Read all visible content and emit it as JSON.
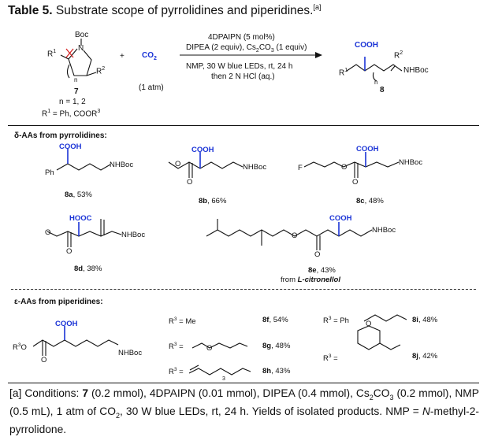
{
  "table": {
    "title_bold": "Table 5.",
    "title_text": " Substrate scope of pyrrolidines and piperidines.",
    "title_note": "[a]"
  },
  "scheme": {
    "boc": "Boc",
    "n_atom": "N",
    "r1": "R",
    "r1_sup": "1",
    "r2": "R",
    "r2_sup": "2",
    "n_sub": "n",
    "plus": "+",
    "co2": "CO",
    "co2_sub": "2",
    "pressure": "(1 atm)",
    "cond_line1": "4DPAIPN (5 mol%)",
    "cond_line2": "DIPEA (2 equiv), Cs",
    "cond_line2_sub": "2",
    "cond_line2_b": "CO",
    "cond_line2_sub2": "3",
    "cond_line2_c": " (1 equiv)",
    "cond_line3": "NMP, 30 W blue LEDs, rt, 24 h",
    "cond_line4": "then 2 N HCl (aq.)",
    "sm_number": "7",
    "sm_n": "n = 1, 2",
    "sm_r1": "R",
    "sm_r1_sup": "1",
    "sm_r1_val": " = Ph, COOR",
    "sm_r1_sup3": "3",
    "prod_cooh": "COOH",
    "prod_nhboc": "NHBoc",
    "prod_number": "8"
  },
  "delta": {
    "header": "δ-AAs from pyrrolidines:",
    "cooh": "COOH",
    "hooc": "HOOC",
    "nhboc": "NHBoc",
    "ph": "Ph",
    "o": "O",
    "f": "F",
    "items": [
      {
        "id": "8a",
        "yield": ", 53%"
      },
      {
        "id": "8b",
        "yield": ", 66%"
      },
      {
        "id": "8c",
        "yield": ", 48%"
      },
      {
        "id": "8d",
        "yield": ", 38%"
      },
      {
        "id": "8e",
        "yield": ", 43%"
      }
    ],
    "citronellol_pre": "from ",
    "citronellol": "L-citronellol"
  },
  "epsilon": {
    "header": "ε-AAs from piperidines:",
    "r3": "R",
    "r3_sup": "3",
    "cooh": "COOH",
    "nhboc": "NHBoc",
    "o": "O",
    "r3_me": " = Me",
    "r3_ph": " = Ph",
    "eq": " =",
    "n3": "3",
    "items": [
      {
        "id": "8f",
        "yield": ", 54%"
      },
      {
        "id": "8g",
        "yield": ", 48%"
      },
      {
        "id": "8h",
        "yield": ", 43%"
      },
      {
        "id": "8i",
        "yield": ", 48%"
      },
      {
        "id": "8j",
        "yield": ", 42%"
      }
    ]
  },
  "footnote": {
    "a": "[a] Conditions: ",
    "b": "7",
    "c": " (0.2 mmol), 4DPAIPN (0.01 mmol), DIPEA (0.4 mmol), Cs",
    "c_sub": "2",
    "d": "CO",
    "d_sub": "3",
    "e": " (0.2 mmol), NMP (0.5 mL), 1 atm of CO",
    "e_sub": "2",
    "f": ", 30 W blue LEDs, rt, 24 h. Yields of isolated products. NMP = ",
    "g": "N",
    "h": "-methyl-2-pyrrolidone."
  },
  "colors": {
    "accent_blue": "#1a33d6",
    "accent_red": "#d41e1e"
  }
}
